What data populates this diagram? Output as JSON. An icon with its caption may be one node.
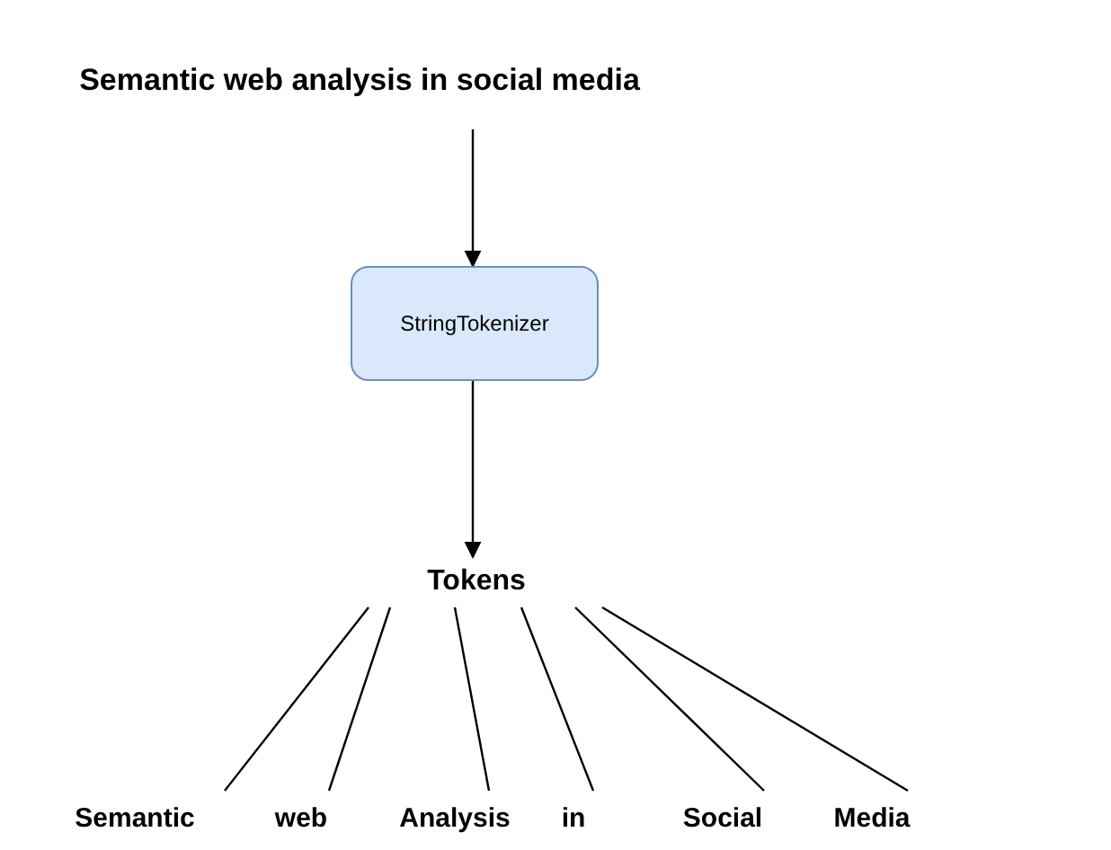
{
  "diagram": {
    "nodes": [
      {
        "text": [
          "Semantic web analysis in social media"
        ]
      },
      {
        "text": [
          "StringTokenizer"
        ]
      },
      {
        "text": [
          "Tokens"
        ]
      },
      {
        "text": [
          "Semantic"
        ]
      },
      {
        "text": [
          "web"
        ]
      },
      {
        "text": [
          "Analysis"
        ]
      },
      {
        "text": [
          "in"
        ]
      },
      {
        "text": [
          "Social"
        ]
      },
      {
        "text": [
          "Media"
        ]
      }
    ],
    "edges": [
      {
        "from": 0,
        "to": 1,
        "arrow": "to"
      },
      {
        "from": 1,
        "to": 2,
        "arrow": "to"
      },
      {
        "from": 2,
        "to": 3,
        "arrow": "none"
      },
      {
        "from": 2,
        "to": 4,
        "arrow": "none"
      },
      {
        "from": 2,
        "to": 5,
        "arrow": "none"
      },
      {
        "from": 2,
        "to": 6,
        "arrow": "none"
      },
      {
        "from": 2,
        "to": 7,
        "arrow": "none"
      },
      {
        "from": 2,
        "to": 8,
        "arrow": "none"
      }
    ]
  }
}
